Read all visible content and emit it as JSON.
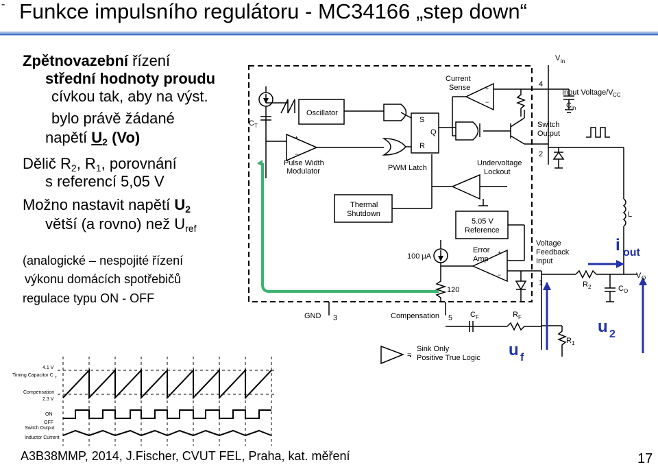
{
  "corner_mark": "-",
  "title": "Funkce impulsního regulátoru - MC34166 „step down“",
  "text": {
    "l1a": "Zpětnovazební",
    "l1b": " řízení",
    "l2": "střední hodnoty proudu",
    "l3": "cívkou tak, aby na výst.",
    "l4": "bylo právě žádané",
    "l5a": "napětí ",
    "l5b": "U",
    "l5c": "2",
    "l5d": " (Vo)",
    "l6a": "Dělič R",
    "l6b": "2",
    "l6c": ", R",
    "l6d": "1",
    "l6e": ", porovnání",
    "l7": "s referencí 5,05 V",
    "l8a": "Možno nastavit napětí ",
    "l8b": "U",
    "l8c": "2",
    "l9a": "větší (a rovno) než U",
    "l9b": "ref",
    "l10": "(analogické – nespojité řízení",
    "l11": "výkonu domácích spotřebičů",
    "l12": "regulace typu ON - OFF"
  },
  "diagram": {
    "vin": "V",
    "vin_sub": "in",
    "current_sense_1": "Current",
    "current_sense_2": "Sense",
    "pin4": "4",
    "input_voltage": "Input Voltage/V",
    "input_voltage_sub": "CC",
    "cin": "C",
    "cin_sub": "in",
    "ct": "C",
    "ct_sub": "T",
    "oscillator": "Oscillator",
    "s": "S",
    "r": "R",
    "q": "Q",
    "switch_output_1": "Switch",
    "switch_output_2": "Output",
    "pin2": "2",
    "pwm_mod_1": "Pulse Width",
    "pwm_mod_2": "Modulator",
    "pwm_latch": "PWM Latch",
    "uvlo_1": "Undervoltage",
    "uvlo_2": "Lockout",
    "thermal_1": "Thermal",
    "thermal_2": "Shutdown",
    "ref_1": "5.05 V",
    "ref_2": "Reference",
    "inductor": "L",
    "i_out": "i",
    "i_out_sub": "out",
    "current_source": "100 μA",
    "error_amp_1": "Error",
    "error_amp_2": "Amp",
    "vfb_1": "Voltage",
    "vfb_2": "Feedback",
    "vfb_3": "Input",
    "pin1": "1",
    "r120": "120",
    "r2": "R",
    "r2_sub": "2",
    "co": "C",
    "co_sub": "O",
    "vo": "V",
    "vo_sub": "O",
    "gnd": "GND",
    "pin3": "3",
    "compensation": "Compensation",
    "pin5": "5",
    "cf": "C",
    "cf_sub": "F",
    "rf": "R",
    "rf_sub": "F",
    "r1": "R",
    "r1_sub": "1",
    "u2": "u",
    "u2_sub": "2",
    "uf": "u",
    "uf_sub": "f",
    "eq": "=",
    "sink_1": "Sink Only",
    "sink_2": "Positive True Logic",
    "plus": "+",
    "minus": "−"
  },
  "timing": {
    "v41": "4.1 V",
    "timing_cap": "Timing Capacitor C",
    "timing_cap_sub": "T",
    "compensation": "Compensation",
    "v23": "2.3 V",
    "on": "ON",
    "off": "OFF",
    "switch_output": "Switch Output",
    "inductor_current": "Inductor Current"
  },
  "footer": {
    "left": "A3B38MMP, 2014, J.Fischer,  CVUT  FEL, Praha,  kat. měření",
    "page": "17"
  },
  "colors": {
    "rule": "#4472c4",
    "green_arrow": "#3cb371",
    "blue_arrow": "#2233aa"
  }
}
